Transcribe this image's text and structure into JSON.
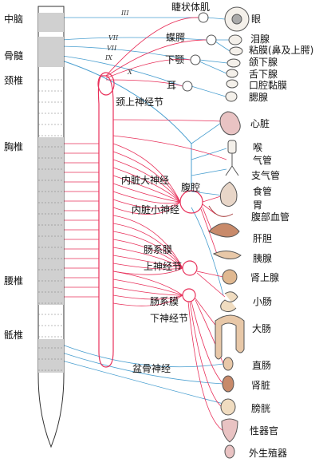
{
  "spine_labels": {
    "midbrain": "中脑",
    "medulla": "骨髓",
    "cervical": "颈椎",
    "thoracic": "胸椎",
    "lumbar": "腰椎",
    "sacral": "骶椎"
  },
  "cranial_nerves": [
    "III",
    "VII",
    "VII",
    "IX",
    "X"
  ],
  "ganglia": {
    "ciliary": "睫状体肌",
    "pterygopalatine": "蝶腭",
    "submandibular": "下颚",
    "otic": "耳",
    "superior_cervical": "颈上神经节",
    "greater_splanchnic": "内脏大神经",
    "lesser_splanchnic": "内脏小神经",
    "celiac": "腹腔",
    "superior_mesenteric_1": "肠系膜",
    "superior_mesenteric_2": "上神经节",
    "inferior_mesenteric_1": "肠系膜",
    "inferior_mesenteric_2": "下神经节",
    "pelvic": "盆骨神经"
  },
  "organs": {
    "eye": "眼",
    "lacrimal": "泪腺",
    "mucosa_nose": "粘膜(鼻及上腭)",
    "submandibular_gland": "颌下腺",
    "sublingual_gland": "舌下腺",
    "oral_mucosa": "口腔黏膜",
    "parotid": "腮腺",
    "heart": "心脏",
    "larynx": "喉",
    "trachea": "气管",
    "bronchi": "支气管",
    "esophagus": "食管",
    "stomach": "胃",
    "abdominal_vessels": "腹部血管",
    "liver": "肝胆",
    "pancreas": "胰腺",
    "adrenal": "肾上腺",
    "small_intestine": "小肠",
    "large_intestine": "大肠",
    "rectum": "直肠",
    "kidney": "肾脏",
    "bladder": "膀胱",
    "genitals": "性器官",
    "external_genitalia": "外生殖器"
  },
  "colors": {
    "sympathetic": "#e8305a",
    "parasympathetic": "#4a9fd0",
    "spinal_fill": "#d0d0d0",
    "organ_stroke": "#555555"
  }
}
